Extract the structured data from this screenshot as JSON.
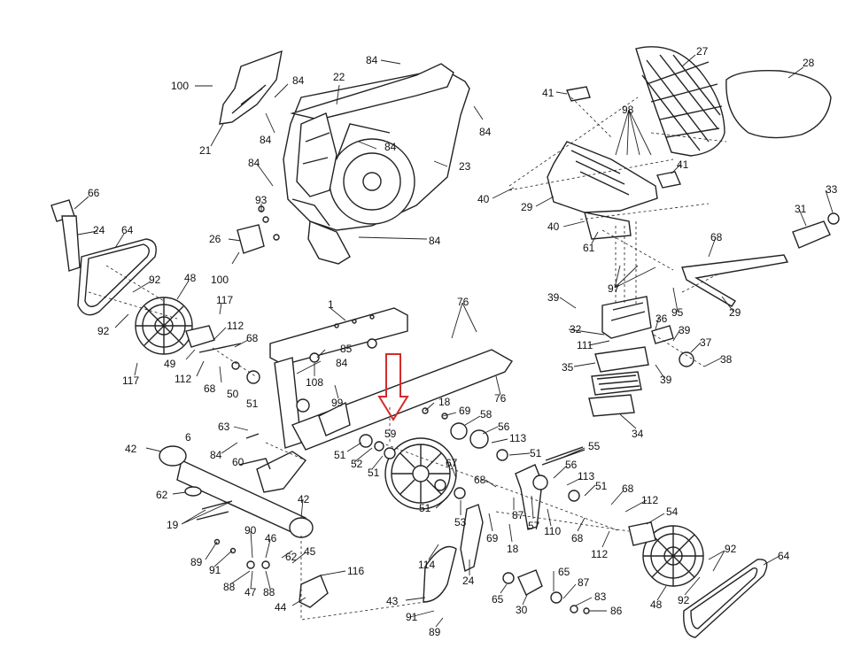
{
  "diagram": {
    "callout_color": "#d42a2a",
    "highlighted_part": "59",
    "labels": [
      {
        "id": "l100a",
        "text": "100"
      },
      {
        "id": "l21",
        "text": "21"
      },
      {
        "id": "l84a",
        "text": "84"
      },
      {
        "id": "l84b",
        "text": "84"
      },
      {
        "id": "l22",
        "text": "22"
      },
      {
        "id": "l84c",
        "text": "84"
      },
      {
        "id": "l84d",
        "text": "84"
      },
      {
        "id": "l84e",
        "text": "84"
      },
      {
        "id": "l23",
        "text": "23"
      },
      {
        "id": "l84f",
        "text": "84"
      },
      {
        "id": "l93",
        "text": "93"
      },
      {
        "id": "l26",
        "text": "26"
      },
      {
        "id": "l84g",
        "text": "84"
      },
      {
        "id": "l100b",
        "text": "100"
      },
      {
        "id": "l66",
        "text": "66"
      },
      {
        "id": "l24a",
        "text": "24"
      },
      {
        "id": "l64a",
        "text": "64"
      },
      {
        "id": "l92a",
        "text": "92"
      },
      {
        "id": "l92b",
        "text": "92"
      },
      {
        "id": "l48a",
        "text": "48"
      },
      {
        "id": "l117a",
        "text": "117"
      },
      {
        "id": "l112a",
        "text": "112"
      },
      {
        "id": "l68a",
        "text": "68"
      },
      {
        "id": "l49",
        "text": "49"
      },
      {
        "id": "l112b",
        "text": "112"
      },
      {
        "id": "l68b",
        "text": "68"
      },
      {
        "id": "l50",
        "text": "50"
      },
      {
        "id": "l51a",
        "text": "51"
      },
      {
        "id": "l117b",
        "text": "117"
      },
      {
        "id": "l1",
        "text": "1"
      },
      {
        "id": "l85",
        "text": "85"
      },
      {
        "id": "l84h",
        "text": "84"
      },
      {
        "id": "l108",
        "text": "108"
      },
      {
        "id": "l99",
        "text": "99"
      },
      {
        "id": "l76a",
        "text": "76"
      },
      {
        "id": "l76b",
        "text": "76"
      },
      {
        "id": "l18a",
        "text": "18"
      },
      {
        "id": "l69a",
        "text": "69"
      },
      {
        "id": "l58",
        "text": "58"
      },
      {
        "id": "l56a",
        "text": "56"
      },
      {
        "id": "l113a",
        "text": "113"
      },
      {
        "id": "l51b",
        "text": "51"
      },
      {
        "id": "l59",
        "text": "59"
      },
      {
        "id": "l63",
        "text": "63"
      },
      {
        "id": "l84i",
        "text": "84"
      },
      {
        "id": "l60",
        "text": "60"
      },
      {
        "id": "l42a",
        "text": "42"
      },
      {
        "id": "l6",
        "text": "6"
      },
      {
        "id": "l51c",
        "text": "51"
      },
      {
        "id": "l52",
        "text": "52"
      },
      {
        "id": "l51d",
        "text": "51"
      },
      {
        "id": "l67",
        "text": "67"
      },
      {
        "id": "l62a",
        "text": "62"
      },
      {
        "id": "l19",
        "text": "19"
      },
      {
        "id": "l42b",
        "text": "42"
      },
      {
        "id": "l51e",
        "text": "51"
      },
      {
        "id": "l53",
        "text": "53"
      },
      {
        "id": "l68c",
        "text": "68"
      },
      {
        "id": "l87a",
        "text": "87"
      },
      {
        "id": "l57",
        "text": "57"
      },
      {
        "id": "l110",
        "text": "110"
      },
      {
        "id": "l55",
        "text": "55"
      },
      {
        "id": "l56b",
        "text": "56"
      },
      {
        "id": "l113b",
        "text": "113"
      },
      {
        "id": "l51f",
        "text": "51"
      },
      {
        "id": "l68d",
        "text": "68"
      },
      {
        "id": "l112c",
        "text": "112"
      },
      {
        "id": "l54",
        "text": "54"
      },
      {
        "id": "l68e",
        "text": "68"
      },
      {
        "id": "l112d",
        "text": "112"
      },
      {
        "id": "l69b",
        "text": "69"
      },
      {
        "id": "l18b",
        "text": "18"
      },
      {
        "id": "l89a",
        "text": "89"
      },
      {
        "id": "l91a",
        "text": "91"
      },
      {
        "id": "l90",
        "text": "90"
      },
      {
        "id": "l46",
        "text": "46"
      },
      {
        "id": "l62b",
        "text": "62"
      },
      {
        "id": "l45",
        "text": "45"
      },
      {
        "id": "l88a",
        "text": "88"
      },
      {
        "id": "l47",
        "text": "47"
      },
      {
        "id": "l88b",
        "text": "88"
      },
      {
        "id": "l116",
        "text": "116"
      },
      {
        "id": "l114",
        "text": "114"
      },
      {
        "id": "l24b",
        "text": "24"
      },
      {
        "id": "l44",
        "text": "44"
      },
      {
        "id": "l43",
        "text": "43"
      },
      {
        "id": "l91b",
        "text": "91"
      },
      {
        "id": "l89b",
        "text": "89"
      },
      {
        "id": "l65a",
        "text": "65"
      },
      {
        "id": "l65b",
        "text": "65"
      },
      {
        "id": "l30",
        "text": "30"
      },
      {
        "id": "l87b",
        "text": "87"
      },
      {
        "id": "l83",
        "text": "83"
      },
      {
        "id": "l86",
        "text": "86"
      },
      {
        "id": "l92c",
        "text": "92"
      },
      {
        "id": "l92d",
        "text": "92"
      },
      {
        "id": "l48b",
        "text": "48"
      },
      {
        "id": "l64b",
        "text": "64"
      },
      {
        "id": "l41a",
        "text": "41"
      },
      {
        "id": "l27",
        "text": "27"
      },
      {
        "id": "l28",
        "text": "28"
      },
      {
        "id": "l98",
        "text": "98"
      },
      {
        "id": "l40a",
        "text": "40"
      },
      {
        "id": "l29a",
        "text": "29"
      },
      {
        "id": "l41b",
        "text": "41"
      },
      {
        "id": "l40b",
        "text": "40"
      },
      {
        "id": "l61",
        "text": "61"
      },
      {
        "id": "l33",
        "text": "33"
      },
      {
        "id": "l31",
        "text": "31"
      },
      {
        "id": "l68f",
        "text": "68"
      },
      {
        "id": "l97",
        "text": "97"
      },
      {
        "id": "l95",
        "text": "95"
      },
      {
        "id": "l29b",
        "text": "29"
      },
      {
        "id": "l39a",
        "text": "39"
      },
      {
        "id": "l32",
        "text": "32"
      },
      {
        "id": "l36",
        "text": "36"
      },
      {
        "id": "l111",
        "text": "111"
      },
      {
        "id": "l39b",
        "text": "39"
      },
      {
        "id": "l37",
        "text": "37"
      },
      {
        "id": "l35",
        "text": "35"
      },
      {
        "id": "l38",
        "text": "38"
      },
      {
        "id": "l39c",
        "text": "39"
      },
      {
        "id": "l34",
        "text": "34"
      }
    ]
  }
}
